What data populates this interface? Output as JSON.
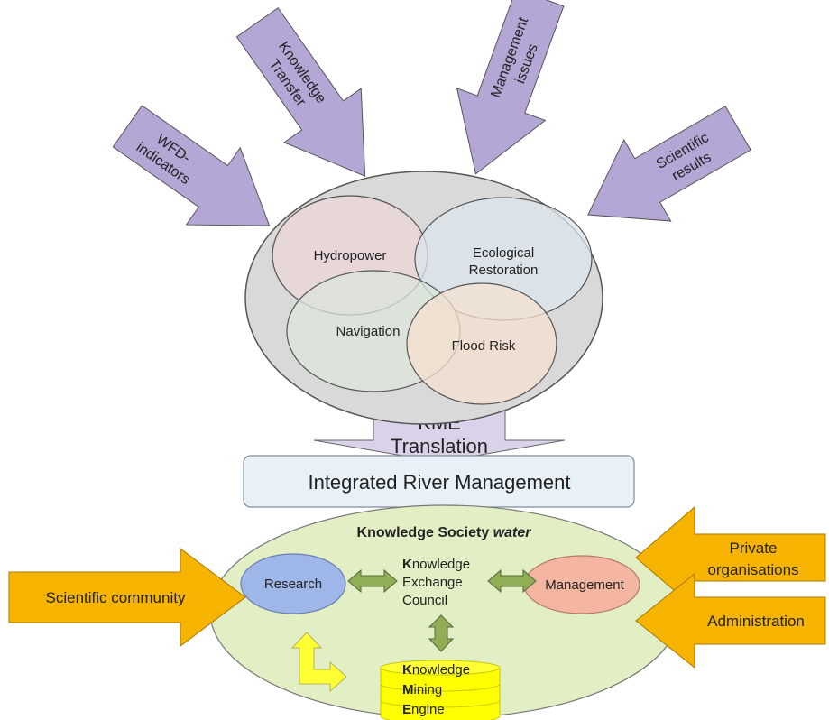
{
  "input_arrows": {
    "wfd": [
      "WFD-",
      "indicators"
    ],
    "knowledge_transfer": [
      "Knowledge",
      "Transfer"
    ],
    "management_issues": [
      "Management",
      "issues"
    ],
    "scientific_results": [
      "Scientific",
      "results"
    ]
  },
  "domains": {
    "hydropower": "Hydropower",
    "ecological": [
      "Ecological",
      "Restoration"
    ],
    "navigation": "Navigation",
    "flood_risk": "Flood Risk"
  },
  "kme_translation": [
    "KME",
    "Translation"
  ],
  "integrated_box": "Integrated River Management",
  "society": {
    "title_prefix": "Knowledge Society ",
    "title_italic": "water",
    "research": "Research",
    "management": "Management",
    "council": [
      {
        "initial": "K",
        "rest": "nowledge"
      },
      {
        "initial": "",
        "rest": "Exchange"
      },
      {
        "initial": "",
        "rest": "Council"
      }
    ],
    "engine": [
      {
        "initial": "K",
        "rest": "nowledge"
      },
      {
        "initial": "M",
        "rest": "ining"
      },
      {
        "initial": "E",
        "rest": "ngine"
      }
    ]
  },
  "side_arrows": {
    "scientific_community": "Scientific community",
    "private": [
      "Private",
      "organisations"
    ],
    "administration": "Administration"
  }
}
